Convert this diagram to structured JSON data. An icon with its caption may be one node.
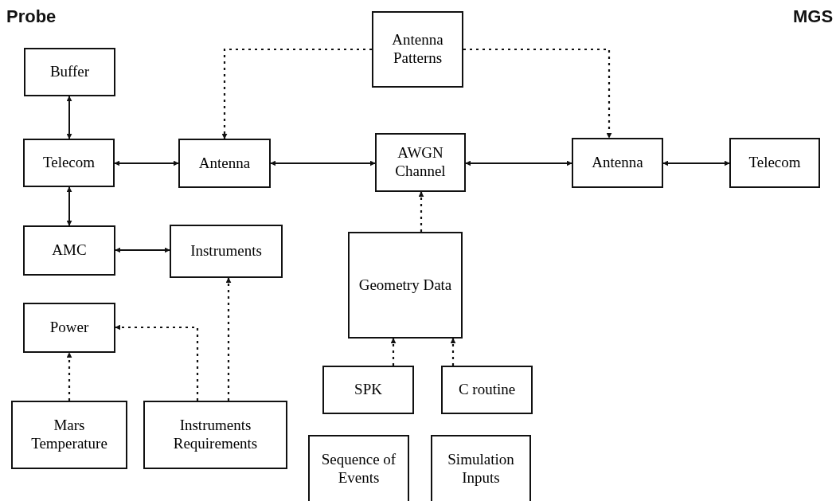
{
  "diagram": {
    "nodes": [
      {
        "text": [
          "Antenna Patterns"
        ]
      },
      {
        "text": [
          "Buffer"
        ]
      },
      {
        "text": [
          "Telecom"
        ]
      },
      {
        "text": [
          "Antenna"
        ]
      },
      {
        "text": [
          "AWGN Channel"
        ]
      },
      {
        "text": [
          "Antenna"
        ]
      },
      {
        "text": [
          "Telecom"
        ]
      },
      {
        "text": [
          "AMC"
        ]
      },
      {
        "text": [
          "Instruments"
        ]
      },
      {
        "text": [
          "Geometry Data"
        ]
      },
      {
        "text": [
          "Power"
        ]
      },
      {
        "text": [
          "SPK"
        ]
      },
      {
        "text": [
          "C routine"
        ]
      },
      {
        "text": [
          "Mars Temperature"
        ]
      },
      {
        "text": [
          "Instruments Requirements"
        ]
      },
      {
        "text": [
          "Sequence of Events"
        ]
      },
      {
        "text": [
          "Simulation Inputs"
        ]
      }
    ],
    "edges": [
      {
        "from": 1,
        "to": 2,
        "arrow": "both"
      },
      {
        "from": 2,
        "to": 3,
        "arrow": "both"
      },
      {
        "from": 3,
        "to": 4,
        "arrow": "both"
      },
      {
        "from": 4,
        "to": 5,
        "arrow": "both"
      },
      {
        "from": 5,
        "to": 6,
        "arrow": "both"
      },
      {
        "from": 2,
        "to": 7,
        "arrow": "both"
      },
      {
        "from": 7,
        "to": 8,
        "arrow": "both"
      },
      {
        "from": 0,
        "to": 3,
        "arrow": "to",
        "style": "dashed"
      },
      {
        "from": 0,
        "to": 5,
        "arrow": "to",
        "style": "dashed"
      },
      {
        "from": 9,
        "to": 4,
        "arrow": "to",
        "style": "dashed"
      },
      {
        "from": 11,
        "to": 9,
        "arrow": "to",
        "style": "dashed"
      },
      {
        "from": 12,
        "to": 9,
        "arrow": "to",
        "style": "dashed"
      },
      {
        "from": 13,
        "to": 10,
        "arrow": "to",
        "style": "dashed"
      },
      {
        "from": 14,
        "to": 10,
        "arrow": "to",
        "style": "dashed"
      },
      {
        "from": 14,
        "to": 8,
        "arrow": "to",
        "style": "dashed"
      }
    ],
    "labels": [
      "Probe",
      "MGS"
    ]
  }
}
